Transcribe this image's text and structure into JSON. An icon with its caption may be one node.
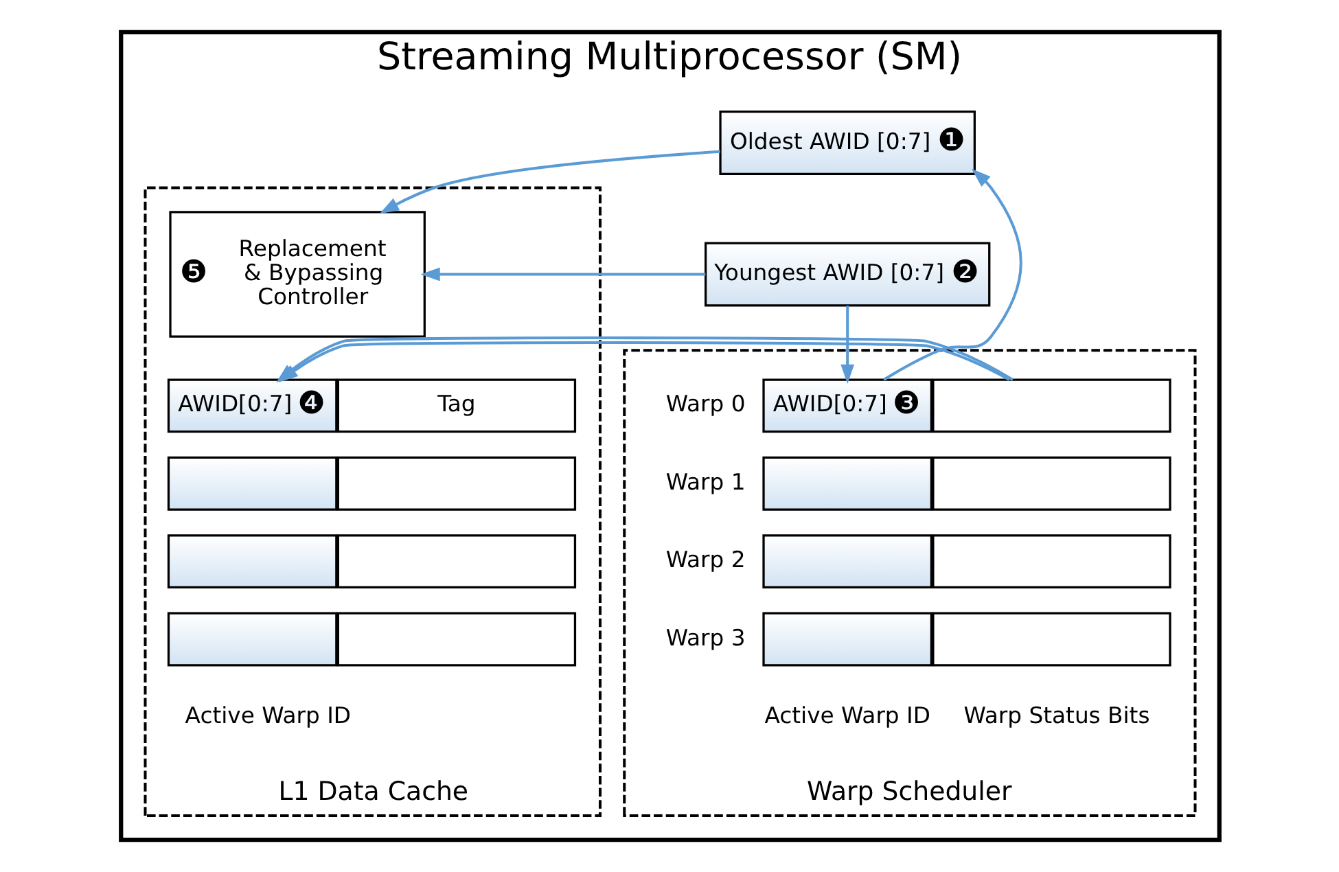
{
  "diagram": {
    "nodes": [
      {
        "text": [
          "Streaming Multiprocessor (SM)"
        ]
      },
      {
        "text": [
          "Oldest AWID [0:7]",
          "❶"
        ],
        "in": 0
      },
      {
        "text": [
          "Youngest AWID [0:7]",
          "❷"
        ],
        "in": 0
      },
      {
        "text": [
          "Warp Scheduler"
        ],
        "in": 0
      },
      {
        "text": [
          "AWID[0:7]",
          "❸"
        ],
        "in": 3
      },
      {
        "text": [],
        "shape": "box",
        "in": 3
      },
      {
        "text": [],
        "shape": "box",
        "in": 3
      },
      {
        "text": [],
        "shape": "box",
        "in": 3
      },
      {
        "text": [],
        "shape": "box",
        "in": 3
      },
      {
        "text": [],
        "shape": "box",
        "in": 3
      },
      {
        "text": [],
        "shape": "box",
        "in": 3
      },
      {
        "text": [],
        "shape": "box",
        "in": 3
      },
      {
        "text": [
          "L1 Data Cache"
        ],
        "in": 0
      },
      {
        "text": [
          "❺",
          "Replacement & Bypassing Controller"
        ],
        "in": 12
      },
      {
        "text": [
          "AWID[0:7]",
          "❹"
        ],
        "in": 12
      },
      {
        "text": [
          "Tag"
        ],
        "in": 12
      },
      {
        "text": [],
        "shape": "box",
        "in": 12
      },
      {
        "text": [],
        "shape": "box",
        "in": 12
      },
      {
        "text": [],
        "shape": "box",
        "in": 12
      },
      {
        "text": [],
        "shape": "box",
        "in": 12
      },
      {
        "text": [],
        "shape": "box",
        "in": 12
      },
      {
        "text": [],
        "shape": "box",
        "in": 12
      }
    ],
    "edges": [
      {
        "from": 4,
        "to": 1,
        "arrow": "to"
      },
      {
        "from": 2,
        "to": 4,
        "arrow": "to"
      },
      {
        "from": 1,
        "to": 13,
        "arrow": "to"
      },
      {
        "from": 2,
        "to": 13,
        "arrow": "to"
      },
      {
        "from": 5,
        "to": 14,
        "arrow": "to"
      }
    ],
    "labels": [
      "Warp 0",
      "Warp 1",
      "Warp 2",
      "Warp 3",
      "Active Warp ID",
      "Warp Status Bits",
      "Active Warp ID"
    ]
  }
}
